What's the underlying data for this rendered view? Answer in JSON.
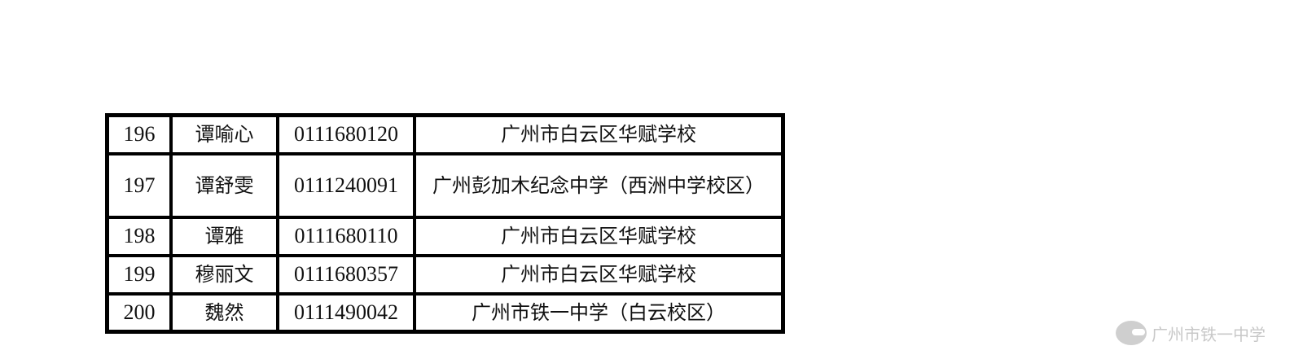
{
  "rows": [
    {
      "no": "196",
      "name": "谭喻心",
      "id": "0111680120",
      "school": "广州市白云区华赋学校"
    },
    {
      "no": "197",
      "name": "谭舒雯",
      "id": "0111240091",
      "school": "广州彭加木纪念中学（西洲中学校区）"
    },
    {
      "no": "198",
      "name": "谭雅",
      "id": "0111680110",
      "school": "广州市白云区华赋学校"
    },
    {
      "no": "199",
      "name": "穆丽文",
      "id": "0111680357",
      "school": "广州市白云区华赋学校"
    },
    {
      "no": "200",
      "name": "魏然",
      "id": "0111490042",
      "school": "广州市铁一中学（白云校区）"
    }
  ],
  "watermark": {
    "text": "广州市铁一中学"
  }
}
